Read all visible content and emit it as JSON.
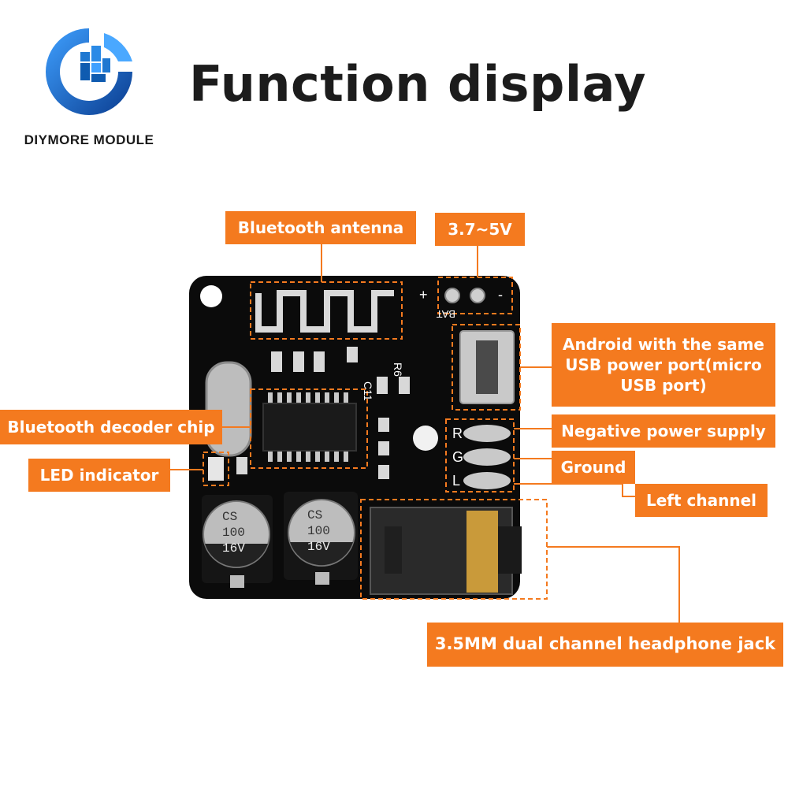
{
  "brand": {
    "name": "DIYMORE MODULE"
  },
  "title": "Function display",
  "board": {
    "capacitor_marking": [
      "CS",
      "100",
      "16V"
    ],
    "silkscreen": {
      "plus": "+",
      "minus": "-",
      "bat": "BAT",
      "r": "R",
      "g": "G",
      "l": "L",
      "r6": "R6",
      "c11": "C11"
    }
  },
  "callouts": {
    "antenna": "Bluetooth antenna",
    "voltage": "3.7~5V",
    "usb": "Android with the same USB power port(micro USB port)",
    "negative": "Negative power supply",
    "chip": "Bluetooth decoder chip",
    "ground": "Ground",
    "led": "LED indicator",
    "left": "Left channel",
    "jack": "3.5MM dual channel headphone jack"
  },
  "colors": {
    "accent": "#f47a1f",
    "board": "#0b0b0b",
    "text": "#1c1c1c",
    "logo_blue": "#1f78d1"
  }
}
